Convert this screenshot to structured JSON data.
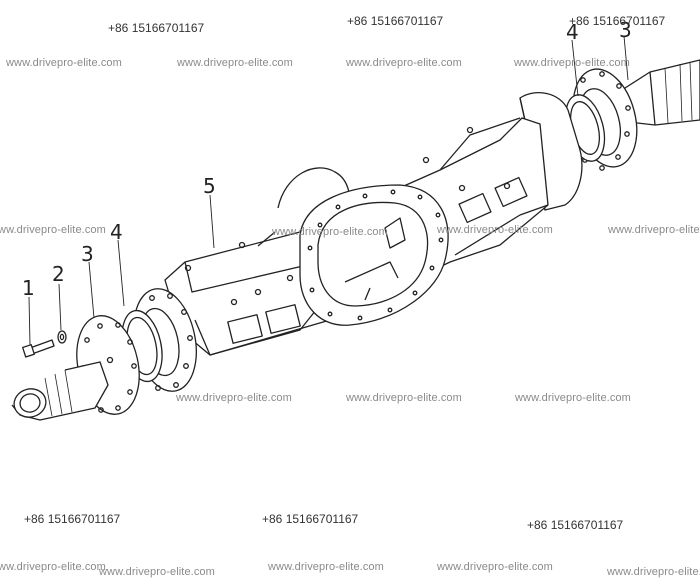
{
  "diagram": {
    "callouts": [
      "1",
      "2",
      "3",
      "4",
      "5",
      "4",
      "3"
    ],
    "phone_watermark": "+86 15166701167",
    "site_watermark": "www.drivepro-elite.com",
    "line_color": "#222222",
    "watermark_color": "#8a8a8a"
  }
}
